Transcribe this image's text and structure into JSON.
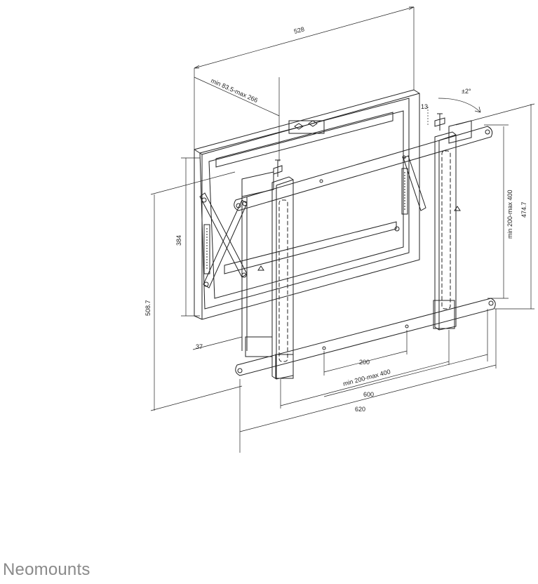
{
  "brand": {
    "name": "Neomounts"
  },
  "dimensions": {
    "overall_width": "528",
    "adjust_range": "min 83.5-max 266",
    "tilt": "±2°",
    "tilt_offset": "13",
    "rail_height": "384",
    "total_height": "508.7",
    "vertical_spacing": "min 200-max 400",
    "bracket_height": "474.7",
    "depth": "37",
    "hole_spacing": "200",
    "horizontal_spacing": "min 200-max 400",
    "mount_width": "600",
    "rail_width": "620"
  }
}
